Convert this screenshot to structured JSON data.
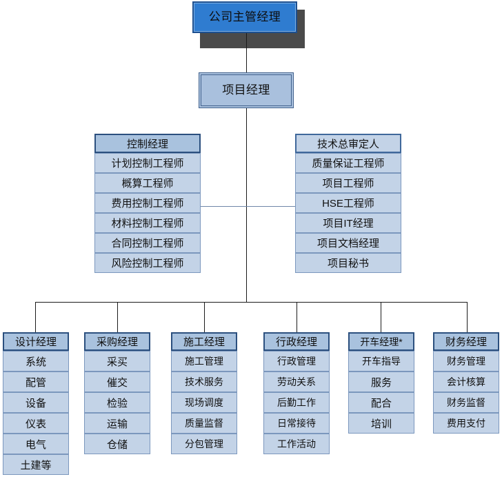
{
  "diagram": {
    "title_box": {
      "label": "公司主管经理"
    },
    "level2_box": {
      "label": "项目经理"
    },
    "mid_groups": [
      {
        "name": "control-group",
        "head": "控制经理",
        "items": [
          "计划控制工程师",
          "概算工程师",
          "费用控制工程师",
          "材料控制工程师",
          "合同控制工程师",
          "风险控制工程师"
        ]
      },
      {
        "name": "technical-group",
        "head": "技术总审定人",
        "items": [
          "质量保证工程师",
          "项目工程师",
          "HSE工程师",
          "项目IT经理",
          "项目文档经理",
          "项目秘书"
        ]
      }
    ],
    "bottom_groups": [
      {
        "name": "design-group",
        "head": "设计经理",
        "items": [
          "系统",
          "配管",
          "设备",
          "仪表",
          "电气",
          "土建等"
        ]
      },
      {
        "name": "procurement-group",
        "head": "采购经理",
        "items": [
          "采买",
          "催交",
          "检验",
          "运输",
          "仓储"
        ]
      },
      {
        "name": "construction-group",
        "head": "施工经理",
        "items": [
          "施工管理",
          "技术服务",
          "现场调度",
          "质量监督",
          "分包管理"
        ]
      },
      {
        "name": "administration-group",
        "head": "行政经理",
        "items": [
          "行政管理",
          "劳动关系",
          "后勤工作",
          "日常接待",
          "工作活动"
        ]
      },
      {
        "name": "startup-group",
        "head": "开车经理*",
        "items": [
          "开车指导",
          "服务",
          "配合",
          "培训"
        ]
      },
      {
        "name": "finance-group",
        "head": "财务经理",
        "items": [
          "财务管理",
          "会计核算",
          "财务监督",
          "费用支付"
        ]
      }
    ],
    "colors": {
      "top_box_fill": "#2f7cd0",
      "top_box_border": "#1d4f8f",
      "shadow": "#4a4a4a",
      "pm_fill": "#a9c0dd",
      "cell_fill": "#c3d3e7",
      "cell_border": "#7b97bd",
      "head_fill": "#a9c2de",
      "head_border": "#2b4f7e",
      "connector": "#1a1a1a",
      "connector_soft": "#6e86a8",
      "background": "#ffffff"
    }
  }
}
